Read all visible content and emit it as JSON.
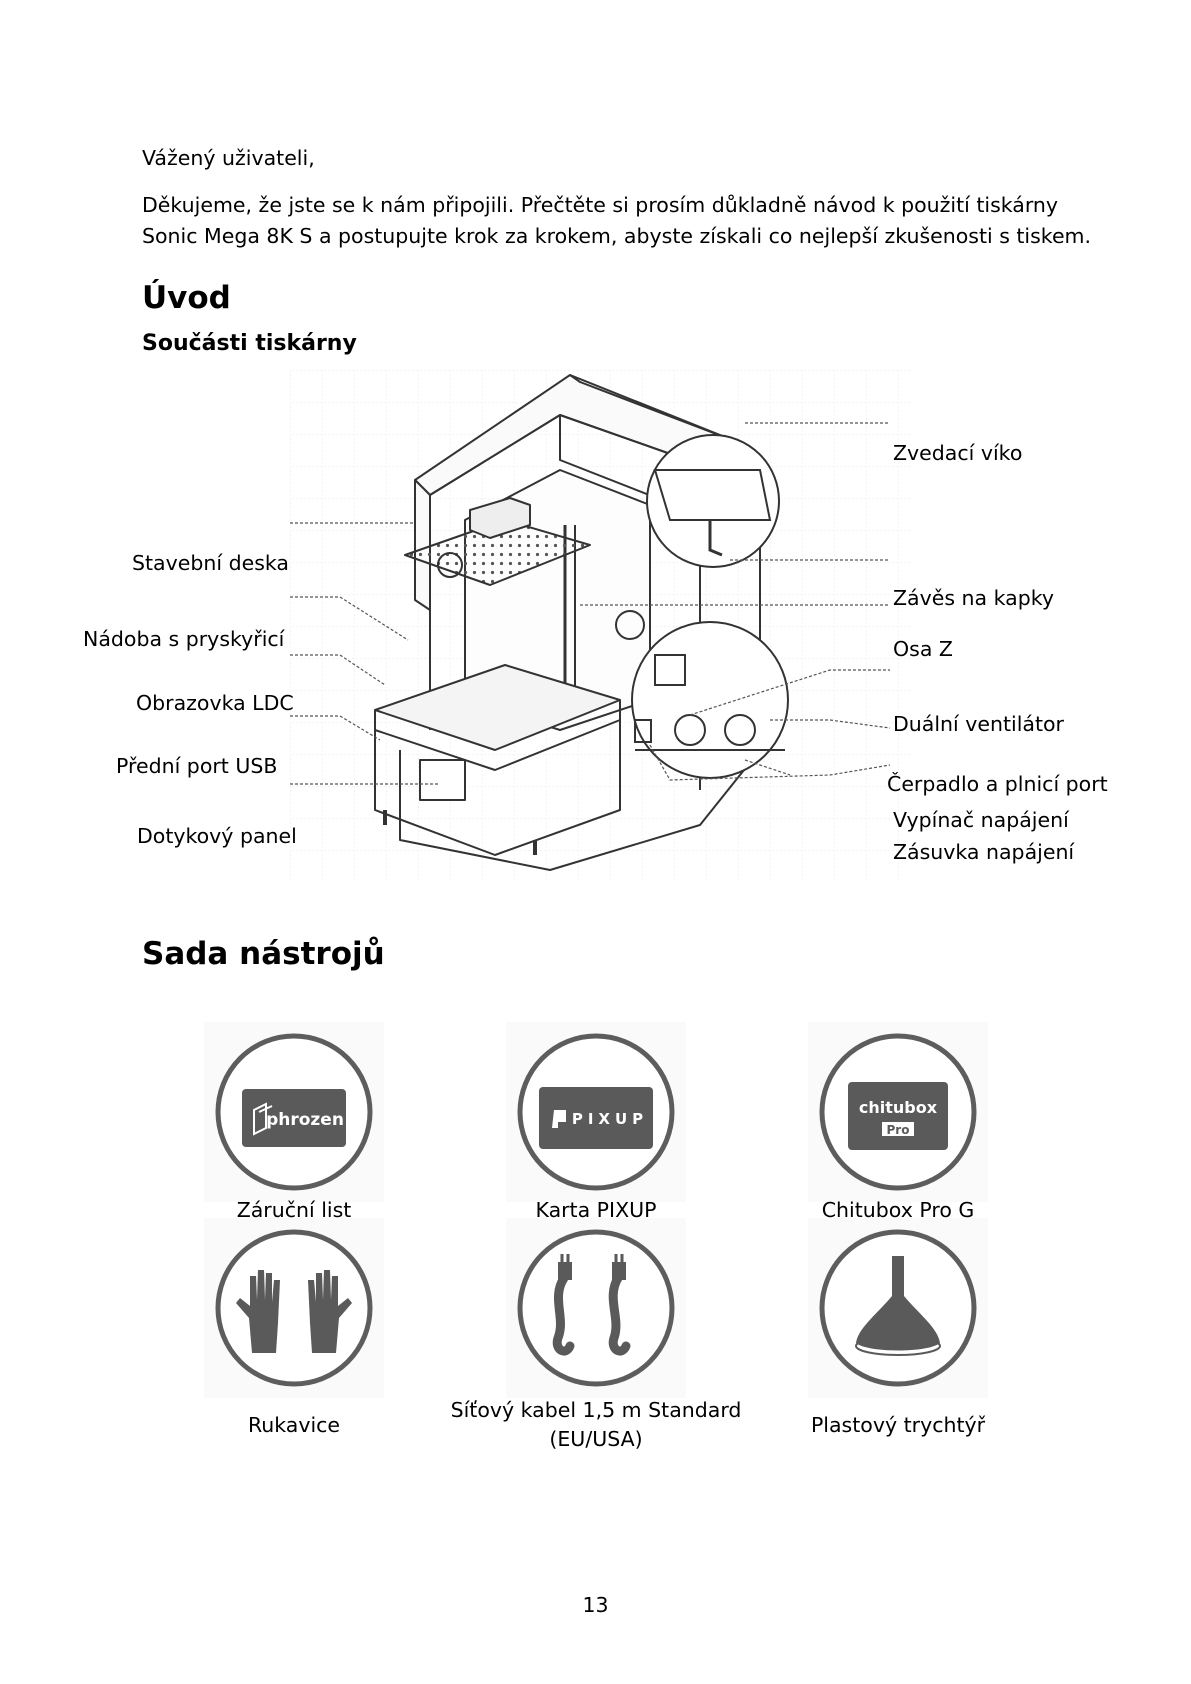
{
  "greeting": "Vážený uživateli,",
  "intro_line1": "Děkujeme, že jste se k nám připojili. Přečtěte si prosím důkladně návod k použití tiskárny",
  "intro_line2": "Sonic Mega 8K S a postupujte krok za krokem, abyste získali co nejlepší zkušenosti s tiskem.",
  "heading_intro": "Úvod",
  "subheading_parts": "Součásti tiskárny",
  "parts_left": [
    "Stavební deska",
    "Nádoba s pryskyřicí",
    "Obrazovka LDC",
    "Přední port USB",
    "Dotykový panel"
  ],
  "parts_right": [
    "Zvedací víko",
    "Závěs na kapky",
    "Osa Z",
    "Duální ventilátor",
    "Čerpadlo a plnicí port",
    "Vypínač napájení",
    "Zásuvka napájení"
  ],
  "heading_tools": "Sada nástrojů",
  "tools": [
    {
      "label": "Záruční list",
      "logo": "phrozen",
      "icon": "phrozen-logo-icon"
    },
    {
      "label": "Karta PIXUP",
      "logo": "PIXUP",
      "icon": "pixup-logo-icon"
    },
    {
      "label": "Chitubox Pro G",
      "logo": "chitubox",
      "logo_sub": "Pro",
      "icon": "chitubox-logo-icon"
    },
    {
      "label": "Rukavice",
      "icon": "gloves-icon"
    },
    {
      "label": "Síťový kabel 1,5 m Standard (EU/USA)",
      "label_line1": "Síťový kabel 1,5 m Standard",
      "label_line2": "(EU/USA)",
      "icon": "power-cable-icon"
    },
    {
      "label": "Plastový trychtýř",
      "icon": "funnel-icon"
    }
  ],
  "page_number": "13",
  "colors": {
    "icon_fill": "#5a5a5a",
    "ring": "#5d5d5d",
    "line": "#444444"
  }
}
